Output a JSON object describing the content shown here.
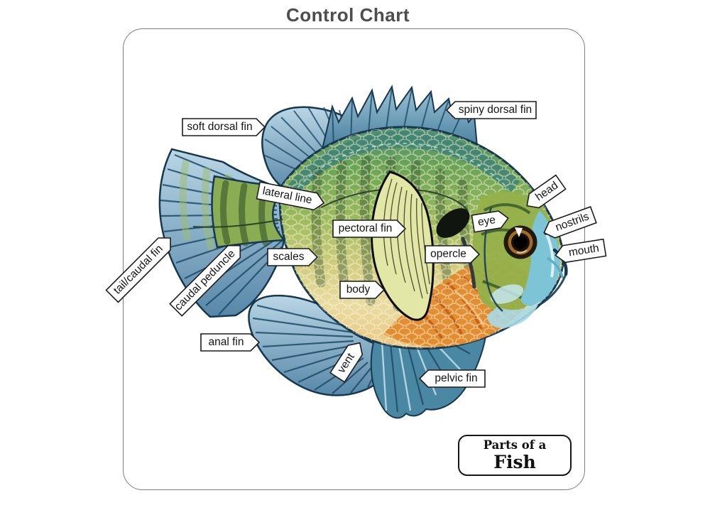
{
  "title": "Control Chart",
  "badge": {
    "line1": "Parts of a",
    "line2": "Fish"
  },
  "labels": {
    "soft_dorsal_fin": "soft dorsal fin",
    "spiny_dorsal_fin": "spiny dorsal fin",
    "lateral_line": "lateral line",
    "pectoral_fin": "pectoral fin",
    "opercle": "opercle",
    "eye": "eye",
    "head": "head",
    "nostrils": "nostrils",
    "mouth": "mouth",
    "scales": "scales",
    "body": "body",
    "caudal_peduncle": "caudal peduncle",
    "tail_caudal_fin": "tail/caudal fin",
    "anal_fin": "anal fin",
    "vent": "vent",
    "pelvic_fin": "pelvic fin"
  },
  "colors": {
    "title_text": "#4d4d4d",
    "label_border": "#1c1c1c",
    "fin_blue": "#5787a8",
    "body_green": "#8db054",
    "belly_orange": "#e08a2e",
    "outline_navy": "#16384f"
  }
}
